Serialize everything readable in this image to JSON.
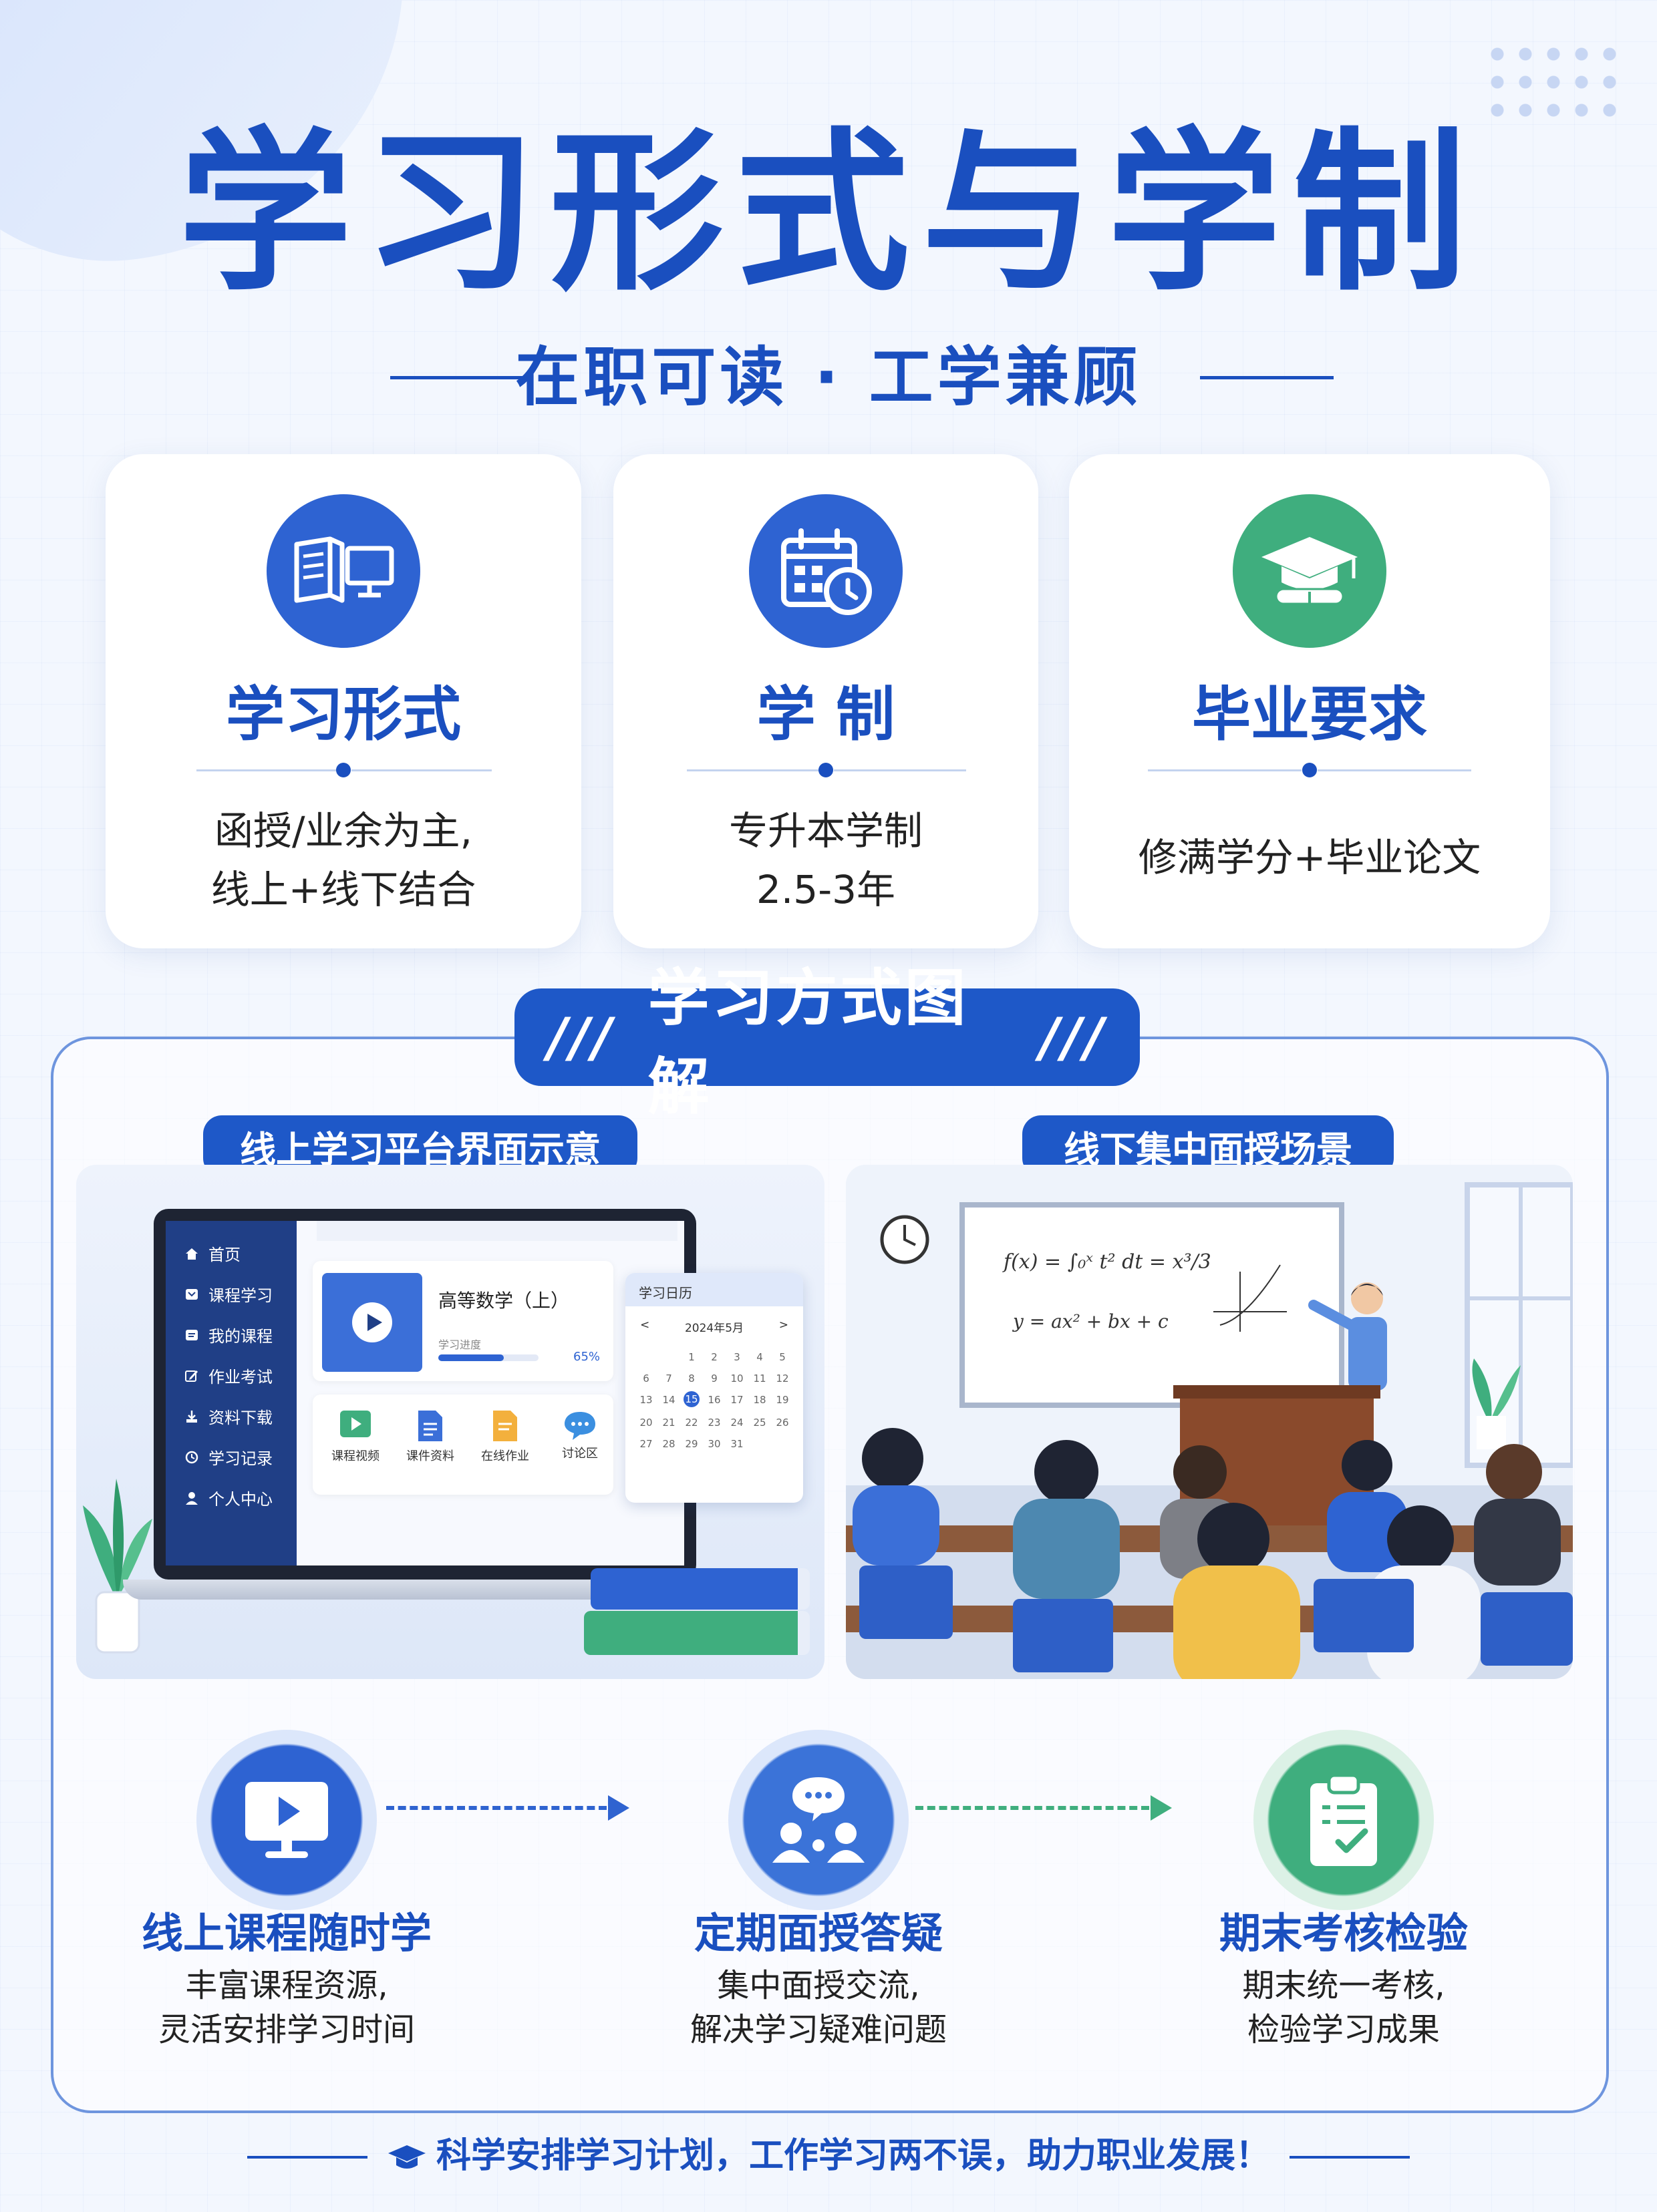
{
  "header": {
    "title": "学习形式与学制",
    "subtitle": "在职可读 · 工学兼顾"
  },
  "cards": [
    {
      "icon": "book-monitor-icon",
      "title": "学习形式",
      "desc": [
        "函授/业余为主,",
        "线上+线下结合"
      ]
    },
    {
      "icon": "calendar-clock-icon",
      "title": "学 制",
      "desc": [
        "专升本学制",
        "2.5-3年"
      ]
    },
    {
      "icon": "graduation-cap-icon",
      "title": "毕业要求",
      "desc": [
        "修满学分+毕业论文"
      ]
    }
  ],
  "section": {
    "banner": "学习方式图解",
    "banner_mark_left": "///",
    "banner_mark_right": "///",
    "online_label": "线上学习平台界面示意",
    "offline_label": "线下集中面授场景"
  },
  "platform": {
    "sidebar": [
      "首页",
      "课程学习",
      "我的课程",
      "作业考试",
      "资料下载",
      "学习记录",
      "个人中心"
    ],
    "course_title": "高等数学（上）",
    "progress_label": "学习进度",
    "progress_percent_text": "65%",
    "progress": 0.65,
    "tools": [
      "课程视频",
      "课件资料",
      "在线作业",
      "讨论区"
    ],
    "calendar_title": "学习日历",
    "calendar_month": "2024年5月",
    "calendar_prev": "<",
    "calendar_next": ">",
    "calendar_rows": [
      [
        "",
        "",
        "1",
        "2",
        "3",
        "4",
        "5"
      ],
      [
        "6",
        "7",
        "8",
        "9",
        "10",
        "11",
        "12"
      ],
      [
        "13",
        "14",
        "15",
        "16",
        "17",
        "18",
        "19"
      ],
      [
        "20",
        "21",
        "22",
        "23",
        "24",
        "25",
        "26"
      ],
      [
        "27",
        "28",
        "29",
        "30",
        "31",
        "",
        ""
      ]
    ],
    "calendar_highlight": "15"
  },
  "classroom": {
    "formula1": "f(x) = ∫₀ˣ t² dt = x³/3",
    "formula2": "y = ax² + bx + c"
  },
  "steps": [
    {
      "icon": "play-monitor-icon",
      "title": "线上课程随时学",
      "desc": [
        "丰富课程资源,",
        "灵活安排学习时间"
      ]
    },
    {
      "icon": "chat-people-icon",
      "title": "定期面授答疑",
      "desc": [
        "集中面授交流,",
        "解决学习疑难问题"
      ]
    },
    {
      "icon": "clipboard-check-icon",
      "title": "期末考核检验",
      "desc": [
        "期末统一考核,",
        "检验学习成果"
      ]
    }
  ],
  "footer": {
    "icon": "graduation-cap-icon",
    "text": "科学安排学习计划，工作学习两不误，助力职业发展！"
  },
  "colors": {
    "primary": "#1a4fbf",
    "banner": "#1e58c8",
    "green": "#3fae7e",
    "light": "#f3f7fe"
  }
}
